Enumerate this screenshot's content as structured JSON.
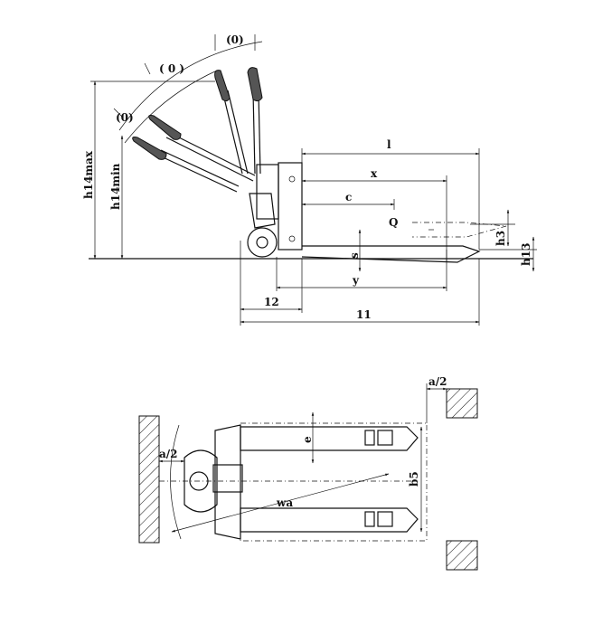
{
  "side_view": {
    "handle_angles": [
      "(0)",
      "( 0 )",
      "(0)"
    ],
    "labels": {
      "h14max": "h14max",
      "h14min": "h14min",
      "l1": "l",
      "x": "x",
      "c": "c",
      "q": "Q",
      "s": "s",
      "h3": "h3",
      "h13": "h13",
      "y": "y",
      "l2": "12",
      "l11": "11"
    }
  },
  "top_view": {
    "labels": {
      "a2_top": "a/2",
      "a2_left": "a/2",
      "e": "e",
      "b5": "b5",
      "wa": "wa"
    }
  }
}
